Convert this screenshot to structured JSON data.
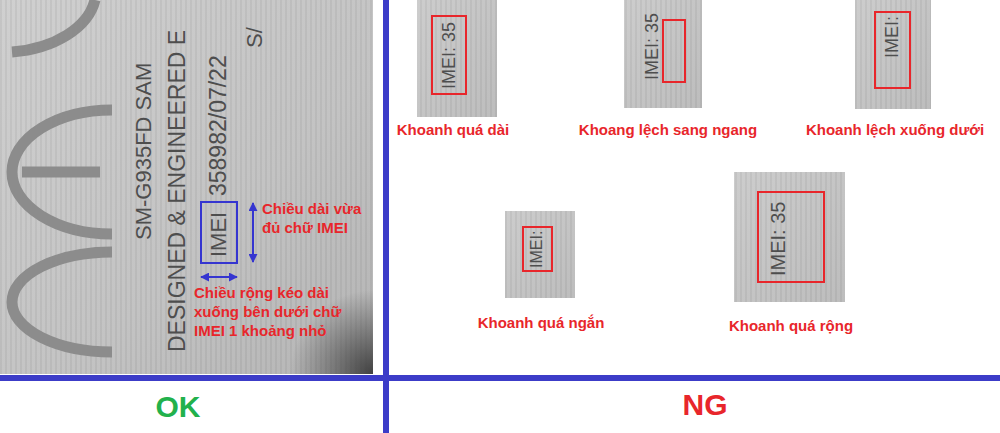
{
  "diagram": {
    "nodes": [
      {
        "text": [
          "SM-G935FD SAM",
          "DESIGNED & ENGINEERED E",
          "358982/07/22",
          "S/",
          "IMEI"
        ]
      },
      {
        "text": [
          "IMEI: 35"
        ]
      },
      {
        "text": [
          "IMEI: 35"
        ]
      },
      {
        "text": [
          "IMEI:"
        ]
      },
      {
        "text": [
          "IMEI:"
        ]
      },
      {
        "text": [
          "IMEI: 35"
        ]
      }
    ],
    "labels": [
      "Chiều dài vừa đủ chữ IMEI",
      "Chiều rộng kéo dài xuống bên dưới chữ IMEI 1 khoảng nhỏ",
      "OK",
      "Khoanh quá dài",
      "Khoang lệch sang ngang",
      "Khoanh lệch xuống dưới",
      "Khoanh quá ngắn",
      "Khoanh quá rộng",
      "NG"
    ]
  }
}
